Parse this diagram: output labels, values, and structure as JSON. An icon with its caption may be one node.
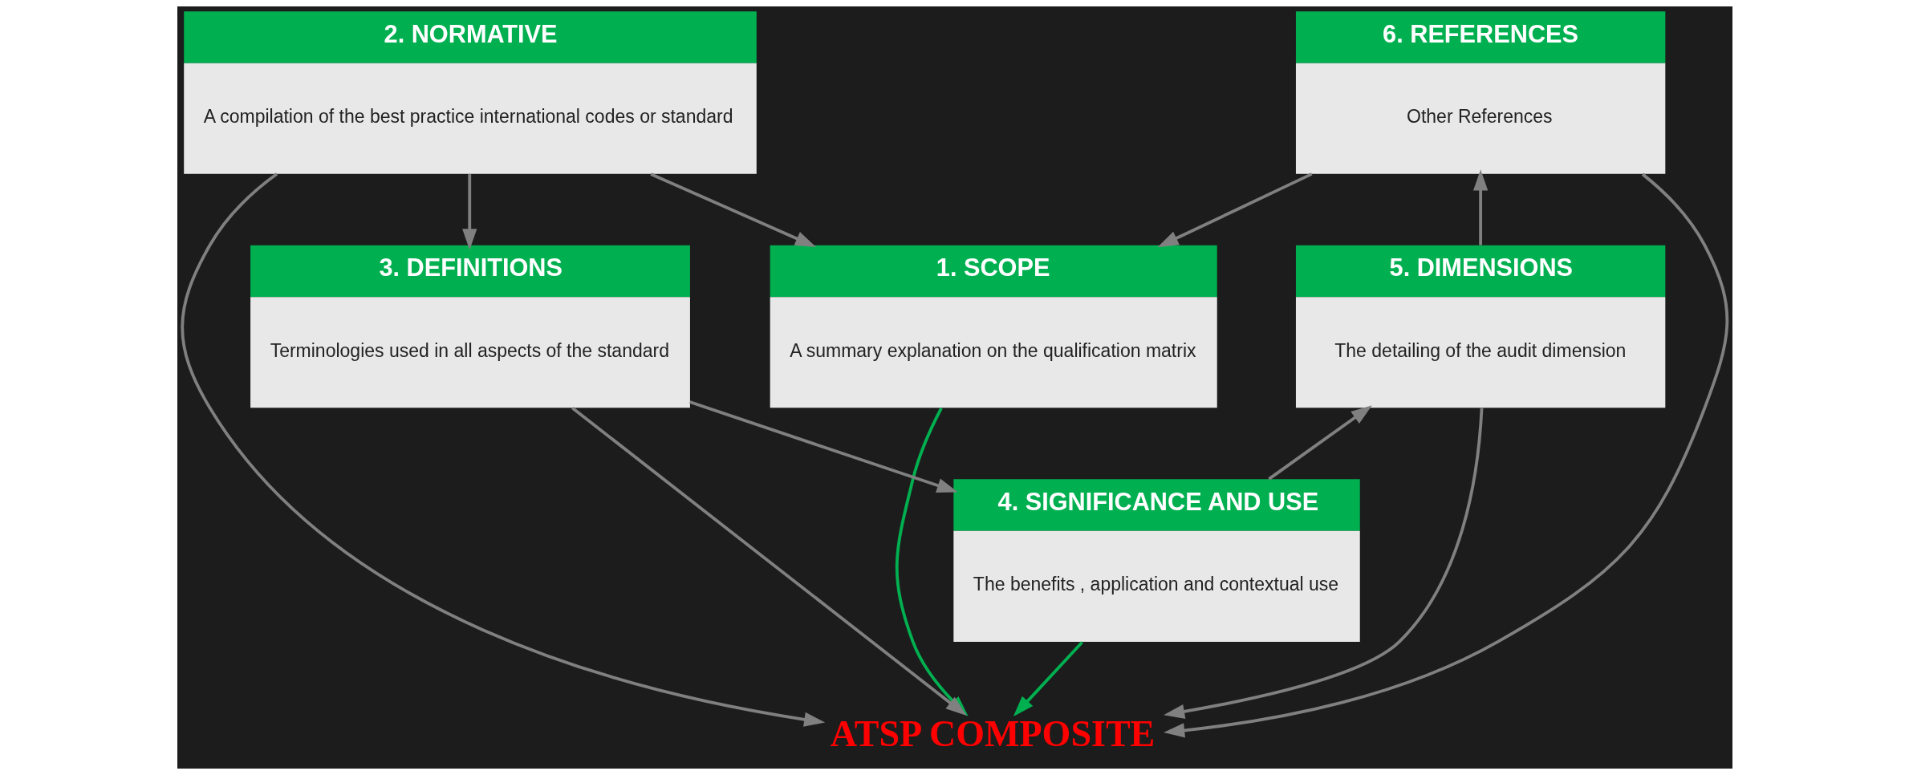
{
  "diagram": {
    "nodes": [
      {
        "text": [
          "1. SCOPE",
          "A summary explanation on the qualification matrix"
        ]
      },
      {
        "text": [
          "2. NORMATIVE",
          "A compilation of the best practice international codes or standard"
        ]
      },
      {
        "text": [
          "3. DEFINITIONS",
          "Terminologies used in all aspects of the standard"
        ]
      },
      {
        "text": [
          "4. SIGNIFICANCE AND USE",
          "The benefits , application and contextual use"
        ]
      },
      {
        "text": [
          "5. DIMENSIONS",
          "The detailing of the audit dimension"
        ]
      },
      {
        "text": [
          "6. REFERENCES",
          "Other References"
        ]
      },
      {
        "text": [
          "ATSP COMPOSITE"
        ]
      }
    ],
    "edges": [
      {
        "from": 5,
        "to": 0,
        "arrow": "to"
      },
      {
        "from": 1,
        "to": 0,
        "arrow": "to"
      },
      {
        "from": 0,
        "to": 6,
        "arrow": "to",
        "color": "#00b050"
      },
      {
        "from": 1,
        "to": 2,
        "arrow": "to"
      },
      {
        "from": 5,
        "to": 6,
        "arrow": "to"
      },
      {
        "from": 4,
        "to": 6,
        "arrow": "to"
      },
      {
        "from": 1,
        "to": 6,
        "arrow": "to"
      },
      {
        "from": 2,
        "to": 6,
        "arrow": "to"
      },
      {
        "from": 3,
        "to": 6,
        "arrow": "to",
        "color": "#00b050"
      },
      {
        "from": 2,
        "to": 3,
        "arrow": "to"
      },
      {
        "from": 3,
        "to": 4,
        "arrow": "to"
      },
      {
        "from": 4,
        "to": 5,
        "arrow": "to"
      }
    ]
  }
}
